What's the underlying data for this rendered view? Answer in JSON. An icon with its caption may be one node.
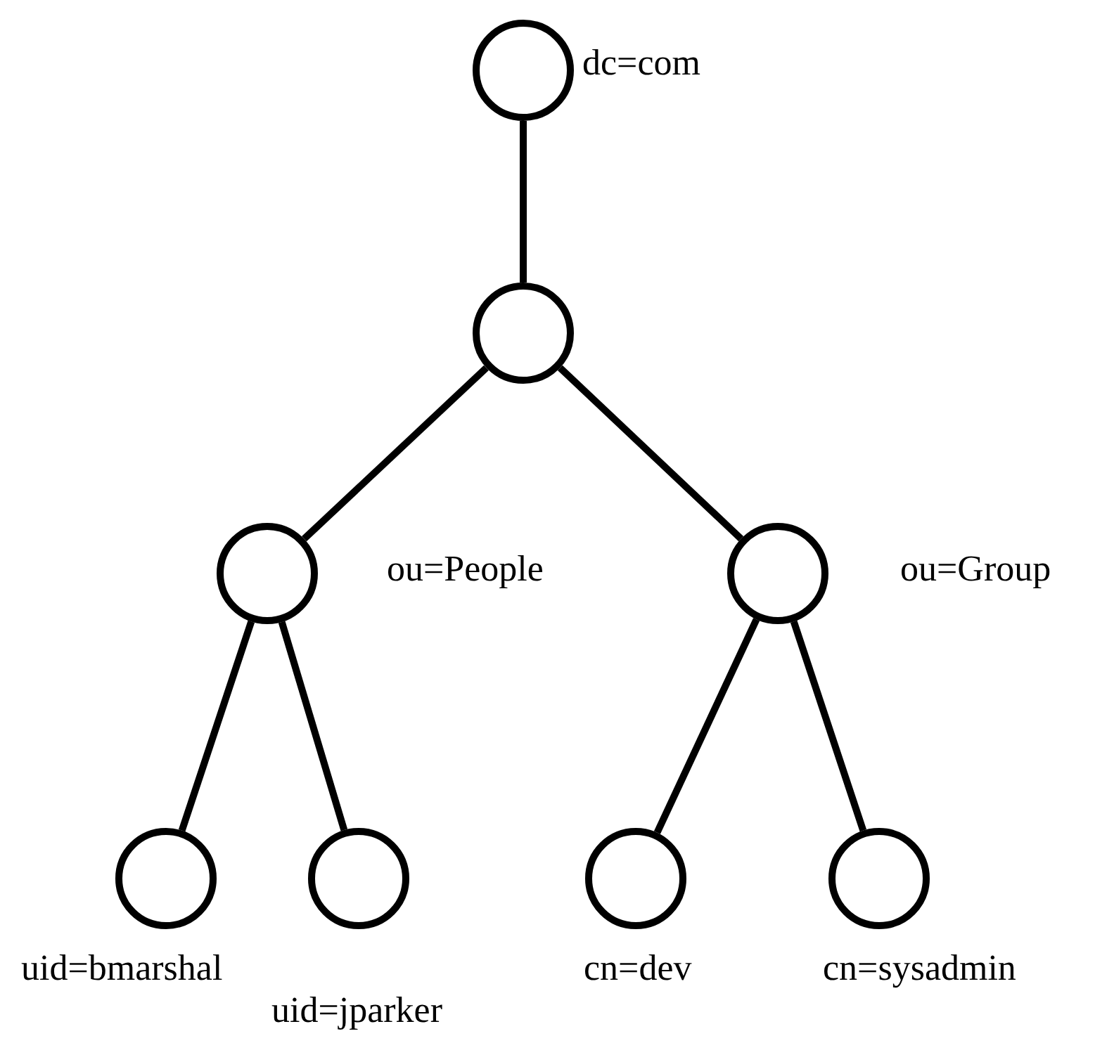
{
  "diagram": {
    "nodes": [
      {
        "text": [],
        "shape": "circle",
        "beside": [
          "dc=com"
        ]
      },
      {
        "text": [],
        "shape": "circle"
      },
      {
        "text": [],
        "shape": "circle",
        "beside": [
          "ou=People"
        ]
      },
      {
        "text": [],
        "shape": "circle",
        "beside": [
          "ou=Group"
        ]
      },
      {
        "text": [],
        "shape": "circle",
        "beside": [
          "uid=bmarshal"
        ]
      },
      {
        "text": [],
        "shape": "circle",
        "beside": [
          "uid=jparker"
        ]
      },
      {
        "text": [],
        "shape": "circle",
        "beside": [
          "cn=dev"
        ]
      },
      {
        "text": [],
        "shape": "circle",
        "beside": [
          "cn=sysadmin"
        ]
      }
    ],
    "edges": [
      {
        "from": 0,
        "to": 1,
        "arrow": "none"
      },
      {
        "from": 1,
        "to": 2,
        "arrow": "none"
      },
      {
        "from": 1,
        "to": 3,
        "arrow": "none"
      },
      {
        "from": 2,
        "to": 4,
        "arrow": "none"
      },
      {
        "from": 2,
        "to": 5,
        "arrow": "none"
      },
      {
        "from": 3,
        "to": 6,
        "arrow": "none"
      },
      {
        "from": 3,
        "to": 7,
        "arrow": "none"
      }
    ]
  }
}
